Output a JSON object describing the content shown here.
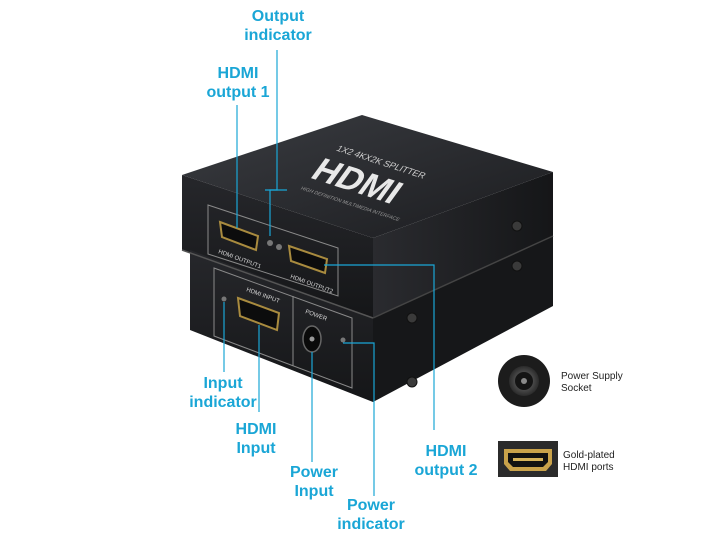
{
  "device": {
    "brand": "HDMI",
    "model": "1X2 4KX2K SPLITTER",
    "top_small_text": "HIGH DEFINITION MULTIMEDIA INTERFACE",
    "front_labels": {
      "output1": "HDMI OUTPUT1",
      "output2": "HDMI OUTPUT2",
      "input": "HDMI INPUT",
      "power": "POWER"
    }
  },
  "callouts": {
    "output_indicator": [
      "Output",
      "indicator"
    ],
    "hdmi_output_1": [
      "HDMI",
      "output 1"
    ],
    "input_indicator": [
      "Input",
      "indicator"
    ],
    "hdmi_input": [
      "HDMI",
      "Input"
    ],
    "power_input": [
      "Power",
      "Input"
    ],
    "power_indicator": [
      "Power",
      "indicator"
    ],
    "hdmi_output_2": [
      "HDMI",
      "output 2"
    ]
  },
  "notes": {
    "power_socket": [
      "Power Supply",
      "Socket"
    ],
    "gold_ports": [
      "Gold-plated",
      "HDMI ports"
    ]
  },
  "colors": {
    "callout": "#1aa6d6",
    "device": "#1c1d20",
    "gold": "#c9a24a"
  }
}
